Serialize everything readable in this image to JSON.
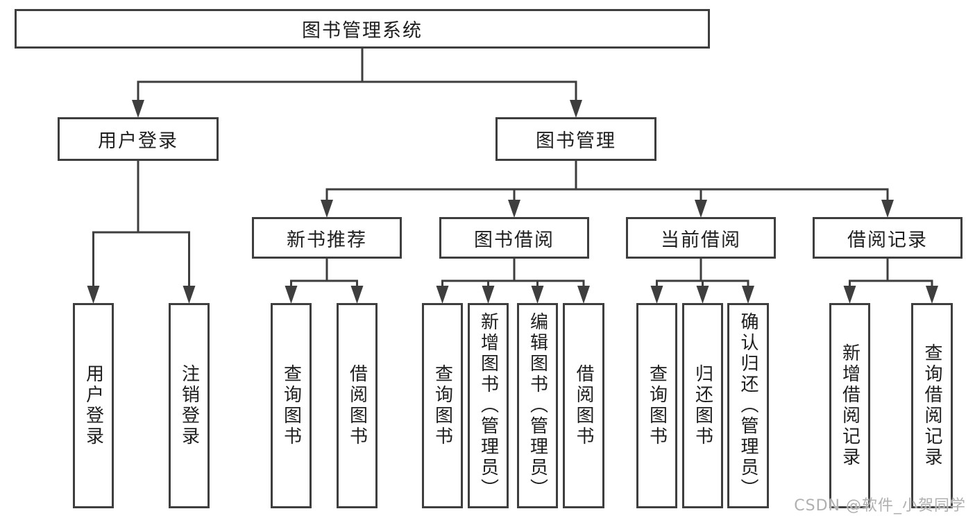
{
  "diagram": {
    "watermark": "CSDN @软件_小贺同学",
    "colors": {
      "line": "#3e3e3e",
      "text": "#1e1e1e",
      "watermark": "#b0b0b0",
      "background": "#ffffff"
    },
    "nodes": {
      "root": "图书管理系统",
      "user_login": "用户登录",
      "book_mgmt": "图书管理",
      "new_book_rec": "新书推荐",
      "book_borrow": "图书借阅",
      "current_borrow": "当前借阅",
      "borrow_records": "借阅记录",
      "login": "用户登录",
      "logout": "注销登录",
      "query_book_1": "查询图书",
      "borrow_book_1": "借阅图书",
      "query_book_2": "查询图书",
      "add_book": "新增图书（管理员）",
      "edit_book": "编辑图书（管理员）",
      "borrow_book_2": "借阅图书",
      "query_book_3": "查询图书",
      "return_book": "归还图书",
      "confirm_return": "确认归还（管理员）",
      "add_borrow_record": "新增借阅记录",
      "query_borrow_record": "查询借阅记录"
    },
    "structure": {
      "root": [
        "user_login",
        "book_mgmt"
      ],
      "user_login": [
        "login",
        "logout"
      ],
      "book_mgmt": [
        "new_book_rec",
        "book_borrow",
        "current_borrow",
        "borrow_records"
      ],
      "new_book_rec": [
        "query_book_1",
        "borrow_book_1"
      ],
      "book_borrow": [
        "query_book_2",
        "add_book",
        "edit_book",
        "borrow_book_2"
      ],
      "current_borrow": [
        "query_book_3",
        "return_book",
        "confirm_return"
      ],
      "borrow_records": [
        "add_borrow_record",
        "query_borrow_record"
      ]
    }
  }
}
